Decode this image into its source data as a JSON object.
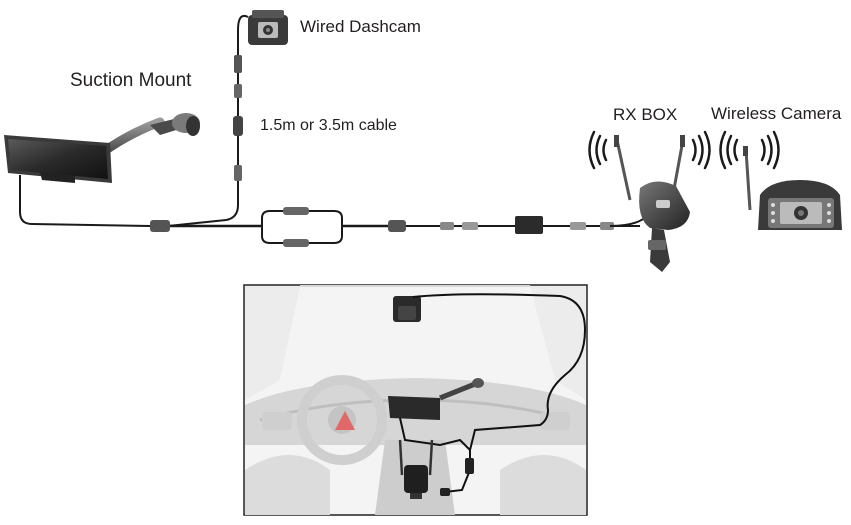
{
  "labels": {
    "suction_mount": "Suction Mount",
    "wired_dashcam": "Wired Dashcam",
    "cable_length": "1.5m or 3.5m cable",
    "rx_box": "RX BOX",
    "wireless_camera": "Wireless Camera"
  },
  "icons": {
    "signal_rx_left": "wifi-waves-icon",
    "signal_rx_right": "wifi-waves-icon",
    "signal_camera": "wifi-waves-icon"
  },
  "colors": {
    "cable": "#1a1a1a",
    "device_body": "#2b2b2b",
    "car_interior_light": "#e6e6e6",
    "car_interior_mid": "#c8c8c8",
    "frame": "#222222"
  }
}
